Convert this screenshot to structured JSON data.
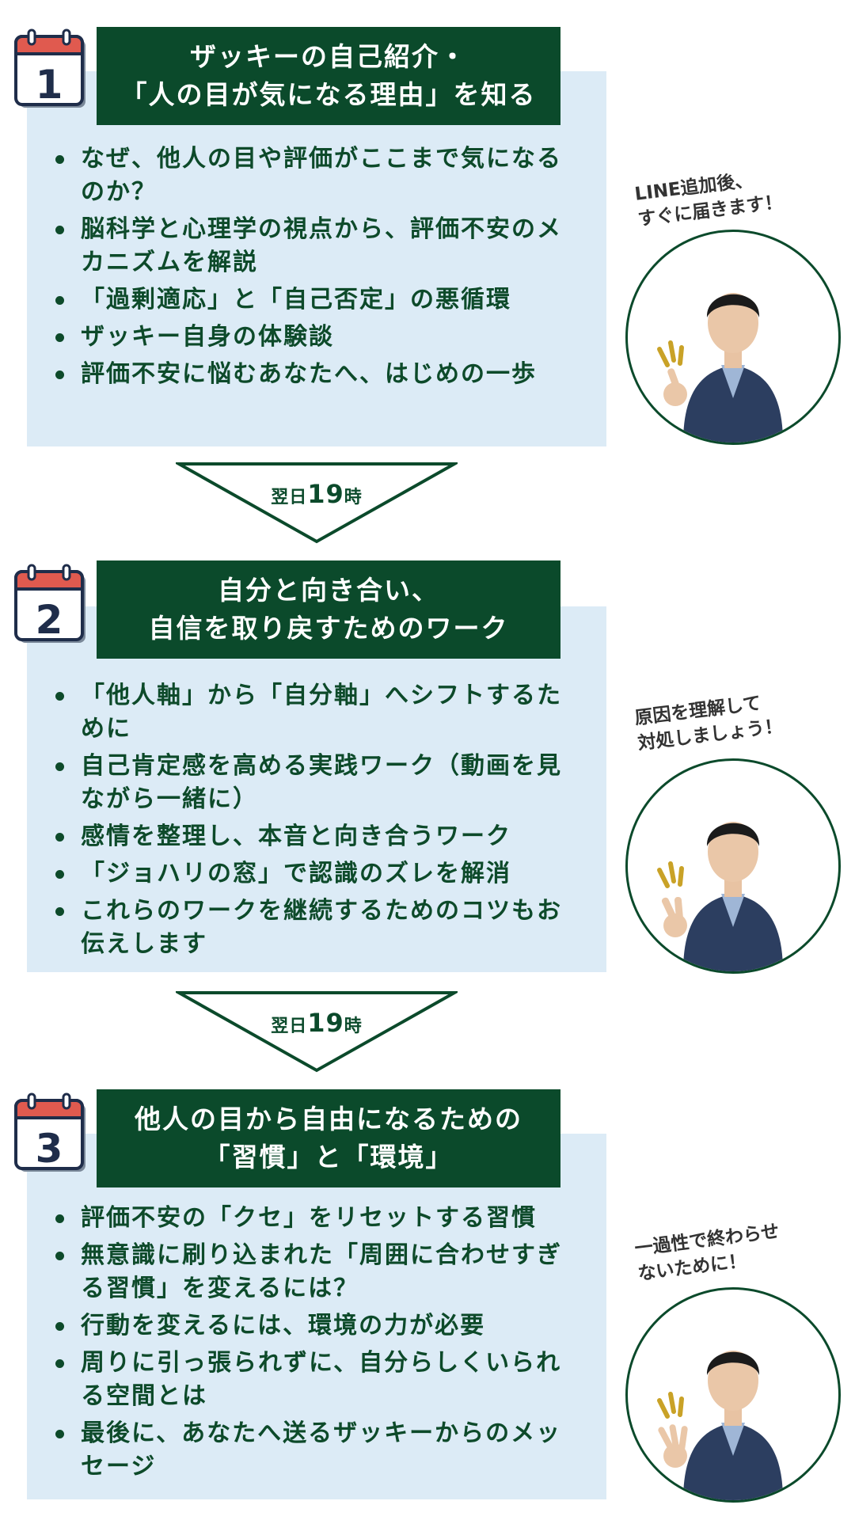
{
  "steps": [
    {
      "number": "1",
      "title_lines": [
        "ザッキーの自己紹介・",
        "「人の目が気になる理由」を知る"
      ],
      "bullets": [
        "なぜ、他人の目や評価がここまで気になるのか？",
        "脳科学と心理学の視点から、評価不安のメカニズムを解説",
        "「過剰適応」と「自己否定」の悪循環",
        "ザッキー自身の体験談",
        "評価不安に悩むあなたへ、はじめの一歩"
      ],
      "caption_lines": [
        "LINE追加後、",
        "すぐに届きます！"
      ],
      "avatar_icon": "presenter-photo-pointing"
    },
    {
      "number": "2",
      "title_lines": [
        "自分と向き合い、",
        "自信を取り戻すためのワーク"
      ],
      "bullets": [
        "「他人軸」から「自分軸」へシフトするために",
        "自己肯定感を高める実践ワーク（動画を見ながら一緒に）",
        "感情を整理し、本音と向き合うワーク",
        "「ジョハリの窓」で認識のズレを解消",
        "これらのワークを継続するためのコツもお伝えします"
      ],
      "caption_lines": [
        "原因を理解して",
        "対処しましょう！"
      ],
      "avatar_icon": "presenter-photo-peace"
    },
    {
      "number": "3",
      "title_lines": [
        "他人の目から自由になるための",
        "「習慣」と「環境」"
      ],
      "bullets": [
        "評価不安の「クセ」をリセットする習慣",
        "無意識に刷り込まれた「周囲に合わせすぎる習慣」を変えるには？",
        "行動を変えるには、環境の力が必要",
        "周りに引っ張られずに、自分らしくいられる空間とは",
        "最後に、あなたへ送るザッキーからのメッセージ"
      ],
      "caption_lines": [
        "一過性で終わらせ",
        "ないために！"
      ],
      "avatar_icon": "presenter-photo-three"
    }
  ],
  "connectors": [
    {
      "prefix": "翌日",
      "number": "19",
      "suffix": "時"
    },
    {
      "prefix": "翌日",
      "number": "19",
      "suffix": "時"
    }
  ],
  "colors": {
    "dark_green": "#0b4a2b",
    "panel_blue": "#dcebf6",
    "calendar_red": "#e05a4f",
    "accent_gold": "#c9a227"
  }
}
